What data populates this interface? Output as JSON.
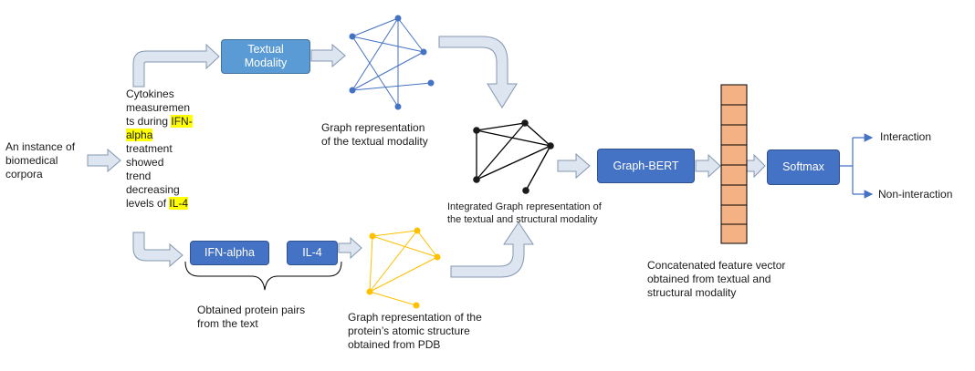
{
  "input": {
    "instance_lines": [
      "An instance of",
      "biomedical",
      "corpora"
    ]
  },
  "sentence": {
    "line1": "Cytokines",
    "line2": "measuremen",
    "line3_pre": "ts during ",
    "line3_hl": "IFN-",
    "line4_hl": "alpha",
    "line5": "treatment",
    "line6": "showed",
    "line7": "trend",
    "line8": "decreasing",
    "line9_pre": "levels of ",
    "line9_hl": "IL-4"
  },
  "boxes": {
    "textual_modality_line1": "Textual",
    "textual_modality_line2": "Modality",
    "ifn_alpha": "IFN-alpha",
    "il4": "IL-4",
    "graph_bert": "Graph-BERT",
    "softmax": "Softmax"
  },
  "captions": {
    "graph_textual": [
      "Graph representation",
      "of the textual modality"
    ],
    "integrated": [
      "Integrated  Graph  representation of",
      "the textual and structural modality"
    ],
    "protein_pairs": [
      "Obtained protein pairs",
      "from the text"
    ],
    "graph_protein": [
      "Graph representation of the",
      "protein’s atomic structure",
      "obtained from PDB"
    ],
    "feature_vector": [
      "Concatenated feature vector",
      "obtained from textual and",
      "structural modality"
    ]
  },
  "outputs": {
    "interaction": "Interaction",
    "non_interaction": "Non-interaction"
  },
  "colors": {
    "arrow_fill": "#dde5f1",
    "arrow_stroke": "#8497b0",
    "textual_graph": "#4472c4",
    "structural_graph": "#ffc000",
    "integrated_graph": "#000000",
    "feature_cell": "#f4b183",
    "highlight": "#ffff00",
    "output_arrow": "#4472c4"
  }
}
